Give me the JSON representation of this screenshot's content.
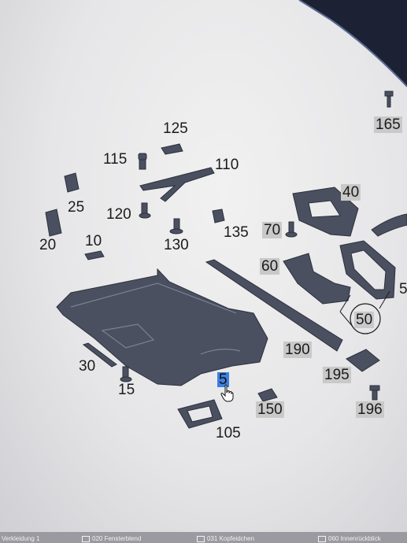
{
  "diagram": {
    "callouts": [
      {
        "id": "165",
        "text": "165",
        "boxed": true
      },
      {
        "id": "125",
        "text": "125",
        "boxed": false
      },
      {
        "id": "115",
        "text": "115",
        "boxed": false
      },
      {
        "id": "110",
        "text": "110",
        "boxed": false
      },
      {
        "id": "40",
        "text": "40",
        "boxed": true
      },
      {
        "id": "25",
        "text": "25",
        "boxed": false
      },
      {
        "id": "120",
        "text": "120",
        "boxed": false
      },
      {
        "id": "135",
        "text": "135",
        "boxed": false
      },
      {
        "id": "70",
        "text": "70",
        "boxed": true
      },
      {
        "id": "20",
        "text": "20",
        "boxed": false
      },
      {
        "id": "10",
        "text": "10",
        "boxed": false
      },
      {
        "id": "130",
        "text": "130",
        "boxed": false
      },
      {
        "id": "60",
        "text": "60",
        "boxed": true
      },
      {
        "id": "50a",
        "text": "5",
        "boxed": false
      },
      {
        "id": "50",
        "text": "50",
        "boxed": true
      },
      {
        "id": "190",
        "text": "190",
        "boxed": true
      },
      {
        "id": "30",
        "text": "30",
        "boxed": false
      },
      {
        "id": "195",
        "text": "195",
        "boxed": true
      },
      {
        "id": "5",
        "text": "5",
        "boxed": false,
        "selected": true
      },
      {
        "id": "15",
        "text": "15",
        "boxed": false
      },
      {
        "id": "150",
        "text": "150",
        "boxed": true
      },
      {
        "id": "196",
        "text": "196",
        "boxed": true
      },
      {
        "id": "105",
        "text": "105",
        "boxed": false
      }
    ]
  },
  "taskbar": {
    "tabs": [
      {
        "label": "Verkleidung 1"
      },
      {
        "label": "020 Fensterblend"
      },
      {
        "label": "031 Kopfeidchen"
      },
      {
        "label": "060 Innenrückblick"
      }
    ]
  },
  "colors": {
    "part_fill": "#4a5060",
    "part_dark": "#2c313c",
    "callout_box": "#c9c9c9",
    "selection": "#3d7fe0"
  }
}
